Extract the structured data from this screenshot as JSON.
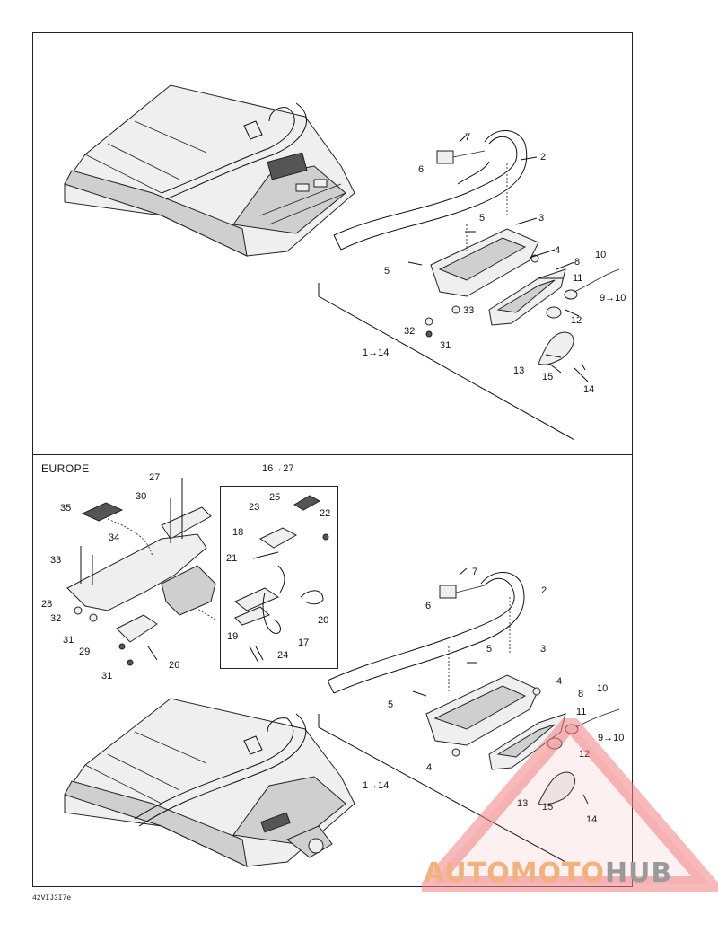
{
  "section_label": "EUROPE",
  "figure_code": "42VIJ3I7e",
  "watermark": {
    "part1": "AUTOMOTO",
    "part2": "HUB"
  },
  "upper": {
    "group_range": "1→14",
    "labels": [
      "2",
      "3",
      "4",
      "5",
      "5",
      "6",
      "7",
      "8",
      "9→10",
      "10",
      "11",
      "12",
      "13",
      "14",
      "15",
      "31",
      "32",
      "33"
    ]
  },
  "lower": {
    "group_range": "1→14",
    "inset_range": "16→27",
    "labels": [
      "2",
      "3",
      "4",
      "4",
      "5",
      "5",
      "6",
      "7",
      "8",
      "9→10",
      "10",
      "11",
      "12",
      "13",
      "14",
      "15",
      "17",
      "18",
      "19",
      "20",
      "21",
      "22",
      "23",
      "24",
      "25",
      "26",
      "27",
      "28",
      "29",
      "30",
      "31",
      "31",
      "32",
      "33",
      "34",
      "35"
    ]
  },
  "colors": {
    "watermark_orange": "#f2b27d",
    "watermark_grey": "#9a9a9a",
    "line": "#111111"
  }
}
